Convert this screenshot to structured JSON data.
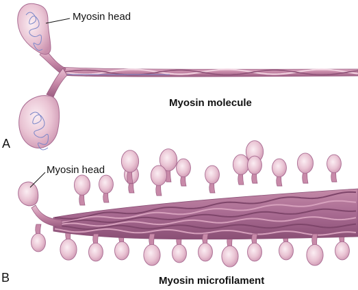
{
  "panel_a": {
    "letter": "A",
    "callout": "Myosin head",
    "caption": "Myosin molecule"
  },
  "panel_b": {
    "letter": "B",
    "callout": "Myosin head",
    "caption": "Myosin microfilament"
  },
  "colors": {
    "head_fill": "#e7bfcf",
    "head_highlight": "#fbeef3",
    "strand_light": "#d9a2bd",
    "strand_mid": "#b57a9a",
    "strand_dark": "#8e5277",
    "coil_blue": "#7a86c8",
    "bundle_fill": "#a86a91"
  }
}
